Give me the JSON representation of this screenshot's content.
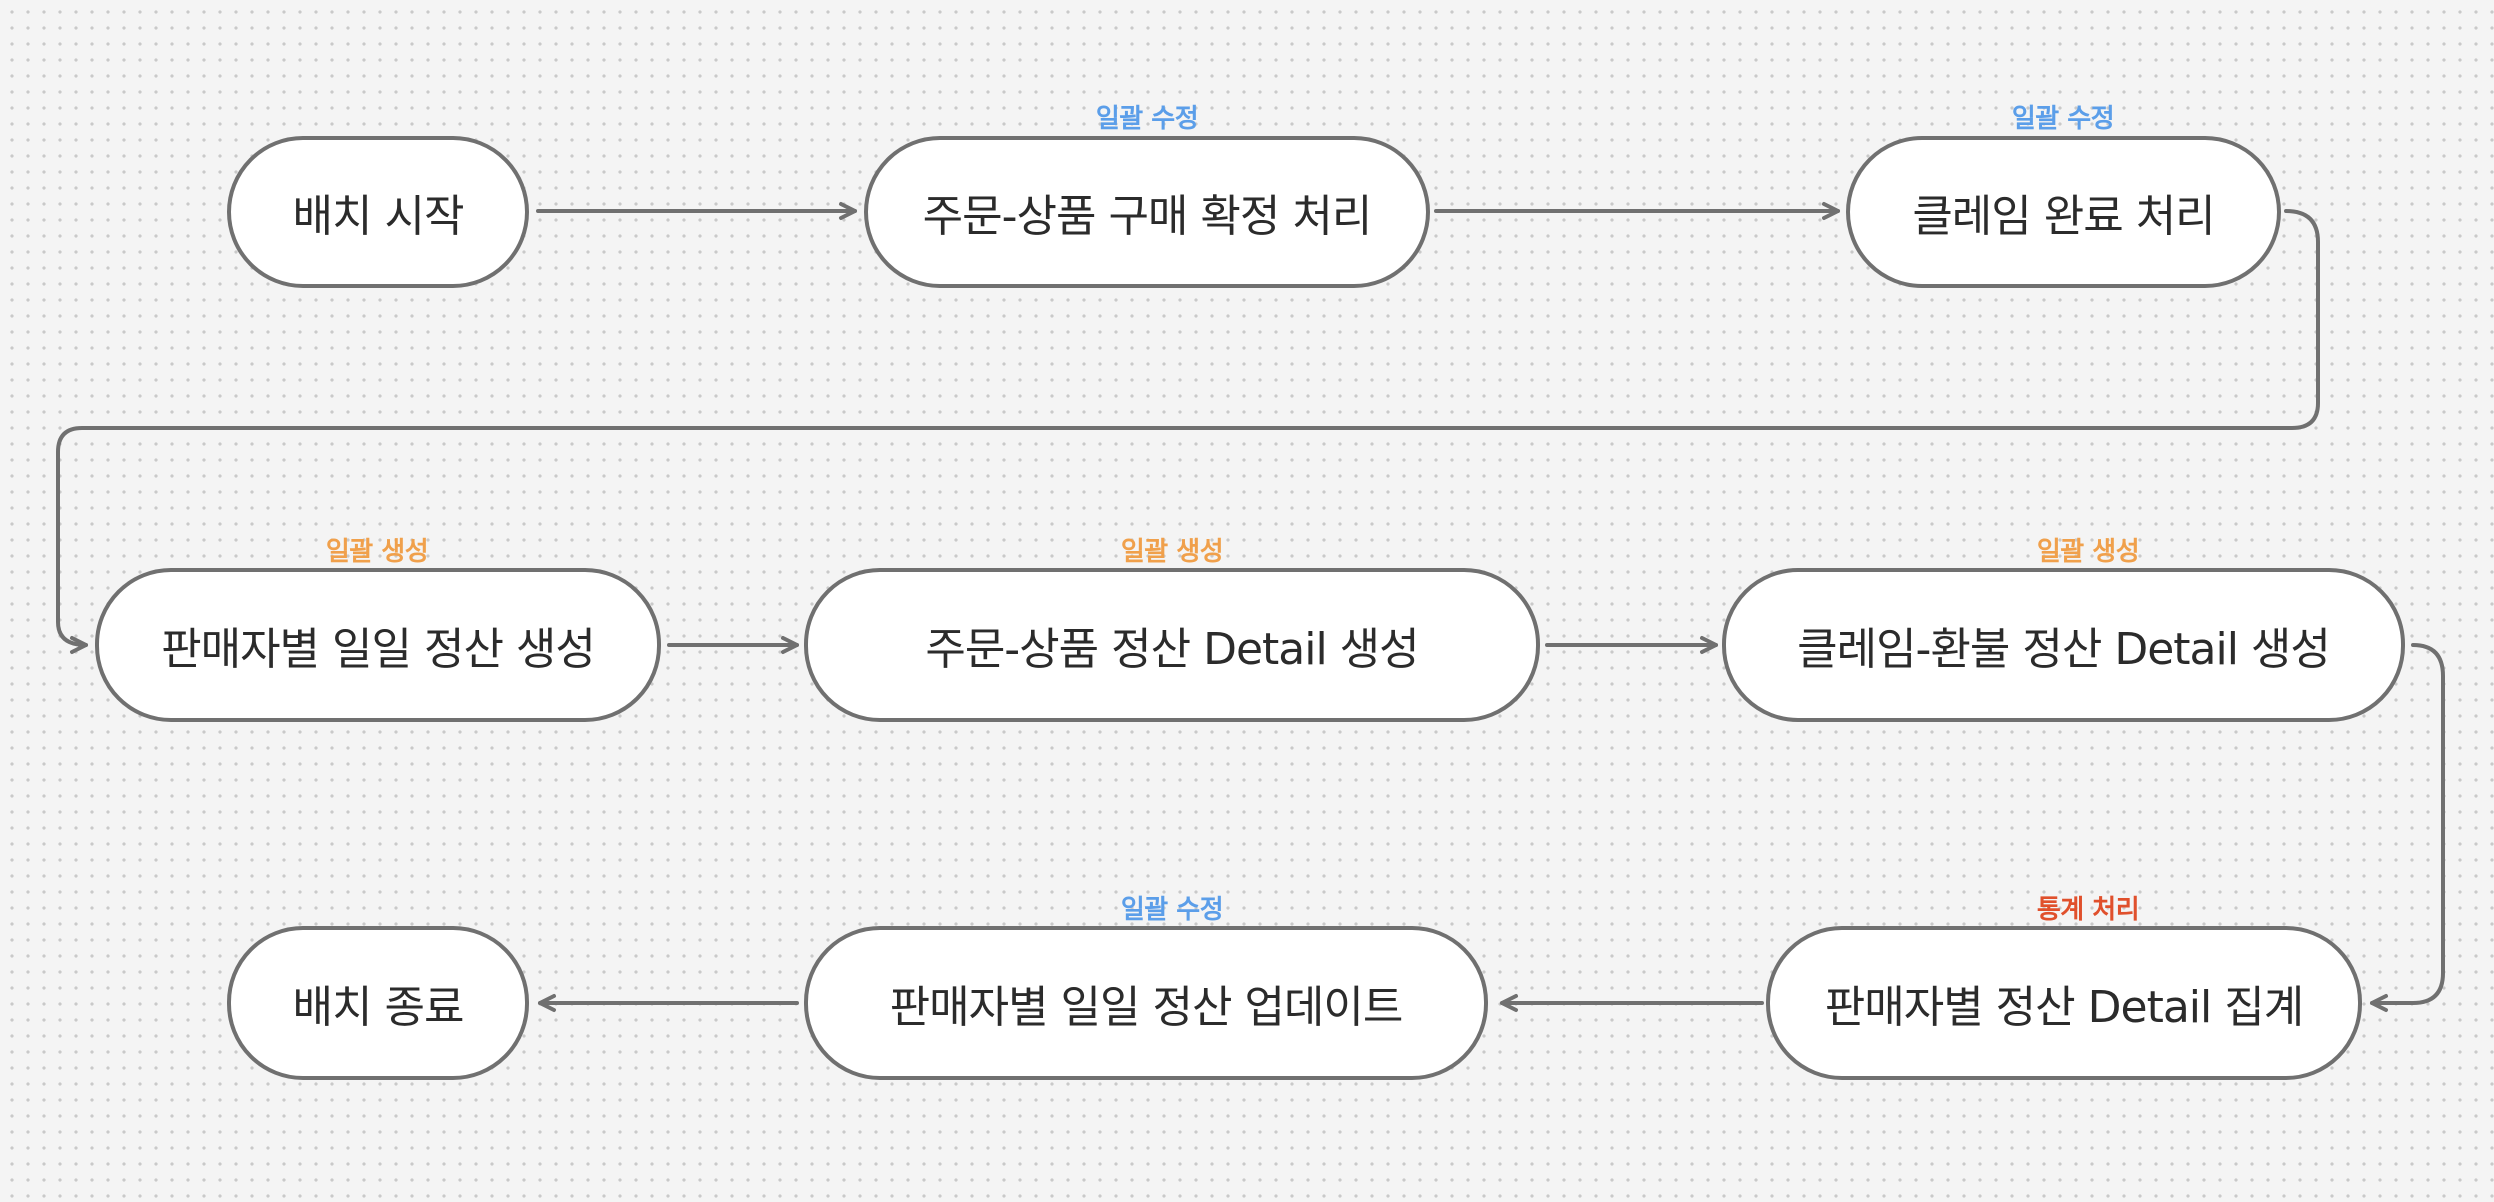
{
  "diagram": {
    "nodes": [
      {
        "id": "batch_start",
        "label": "배치 시작",
        "tag": null
      },
      {
        "id": "order_confirm",
        "label": "주문-상품 구매 확정 처리",
        "tag": "일괄 수정"
      },
      {
        "id": "claim_complete",
        "label": "클레임 완료 처리",
        "tag": "일괄 수정"
      },
      {
        "id": "seller_daily_create",
        "label": "판매자별 일일 정산 생성",
        "tag": "일괄 생성"
      },
      {
        "id": "order_detail_create",
        "label": "주문-상품 정산 Detail 생성",
        "tag": "일괄 생성"
      },
      {
        "id": "claim_detail_create",
        "label": "클레임-환불 정산 Detail 생성",
        "tag": "일괄 생성"
      },
      {
        "id": "seller_detail_aggregate",
        "label": "판매자별 정산 Detail 집계",
        "tag": "통계 처리"
      },
      {
        "id": "seller_daily_update",
        "label": "판매자별 일일 정산 업데이트",
        "tag": "일괄 수정"
      },
      {
        "id": "batch_end",
        "label": "배치 종료",
        "tag": null
      }
    ],
    "edges": [
      [
        "batch_start",
        "order_confirm"
      ],
      [
        "order_confirm",
        "claim_complete"
      ],
      [
        "claim_complete",
        "seller_daily_create"
      ],
      [
        "seller_daily_create",
        "order_detail_create"
      ],
      [
        "order_detail_create",
        "claim_detail_create"
      ],
      [
        "claim_detail_create",
        "seller_detail_aggregate"
      ],
      [
        "seller_detail_aggregate",
        "seller_daily_update"
      ],
      [
        "seller_daily_update",
        "batch_end"
      ]
    ],
    "colors": {
      "edit_tag": "#5b9ee9",
      "create_tag": "#f0a04b",
      "stat_tag": "#e0502c",
      "node_border": "#707070",
      "node_fill": "#ffffff",
      "edge": "#707070"
    }
  }
}
